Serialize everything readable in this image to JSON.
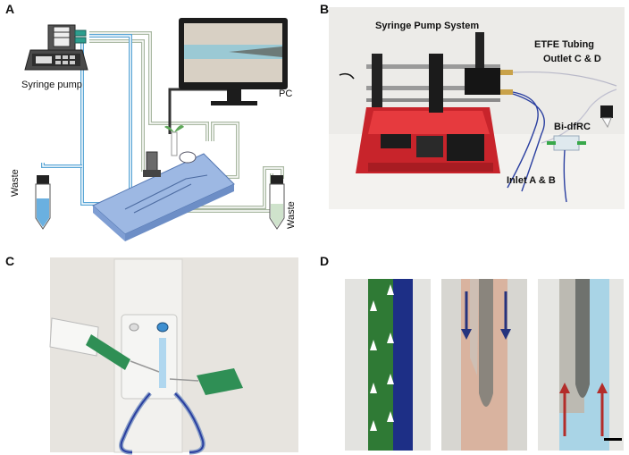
{
  "panels": {
    "a": {
      "letter": "A",
      "syringe_pump": "Syringe pump",
      "pc": "PC",
      "waste_left": "Waste",
      "waste_right": "Waste"
    },
    "b": {
      "letter": "B",
      "syringe_pump_system": "Syringe Pump System",
      "etfe_tubing": "ETFE Tubing",
      "outlet": "Outlet C & D",
      "bi_dfrc": "Bi-dfRC",
      "inlet": "Inlet A & B"
    },
    "c": {
      "letter": "C"
    },
    "d": {
      "letter": "D"
    }
  }
}
